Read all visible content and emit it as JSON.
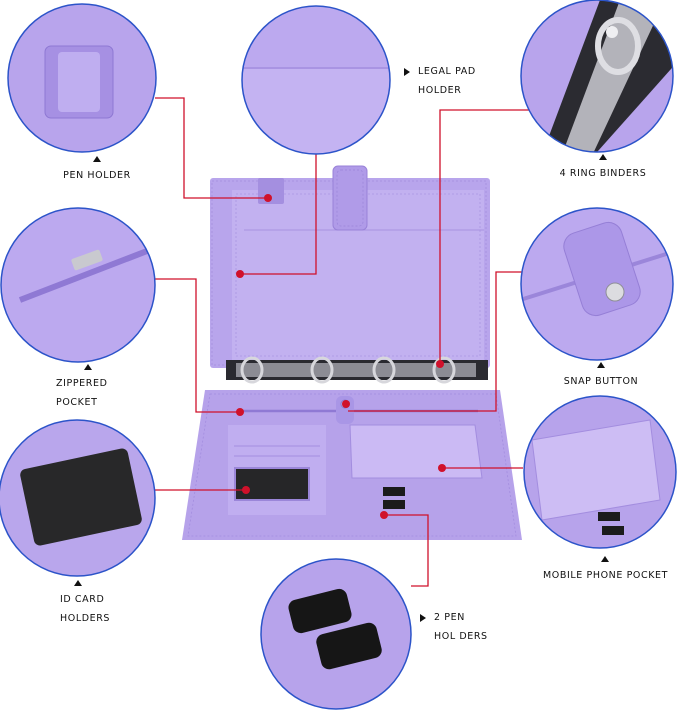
{
  "colors": {
    "leather": "#b9a6ec",
    "leather_dark": "#9e88dd",
    "leather_light": "#cbbcf3",
    "leader": "#d0112b",
    "circle_border": "#2c54c9",
    "ring_metal": "#c9c9cf"
  },
  "labels": {
    "pen_holder": [
      "PEN HOLDER"
    ],
    "legal_pad_holder": [
      "LEGAL PAD",
      "HOLDER"
    ],
    "ring_binders": [
      "4 RING BINDERS"
    ],
    "zippered_pocket": [
      "ZIPPERED",
      "POCKET"
    ],
    "snap_button": [
      "SNAP BUTTON"
    ],
    "id_card_holders": [
      "ID CARD",
      "HOLDERS"
    ],
    "mobile_phone_pocket": [
      "MOBILE PHONE POCKET"
    ],
    "two_pen_holders": [
      "2 PEN",
      "HOL DERS"
    ]
  }
}
